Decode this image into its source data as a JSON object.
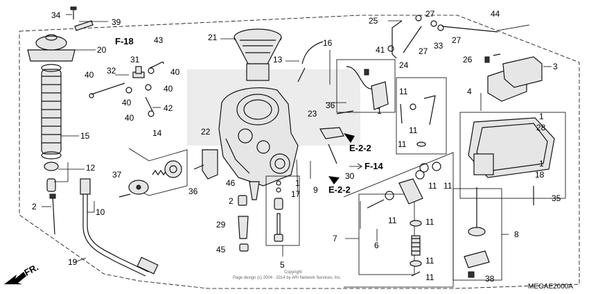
{
  "callouts": {
    "c1": "1",
    "c2": "2",
    "c3": "3",
    "c4": "4",
    "c5": "5",
    "c6": "6",
    "c7": "7",
    "c8": "8",
    "c9": "9",
    "c10": "10",
    "c11": "11",
    "c12": "12",
    "c13": "13",
    "c14": "14",
    "c15": "15",
    "c16": "16",
    "c17": "17",
    "c18": "18",
    "c19": "19",
    "c20": "20",
    "c21": "21",
    "c22": "22",
    "c23": "23",
    "c24": "24",
    "c25": "25",
    "c26": "26",
    "c27": "27",
    "c28": "28",
    "c29": "29",
    "c30": "30",
    "c31": "31",
    "c32": "32",
    "c33": "33",
    "c34": "34",
    "c35": "35",
    "c36": "36",
    "c37": "37",
    "c38": "38",
    "c39": "39",
    "c40": "40",
    "c41": "41",
    "c42": "42",
    "c43": "43",
    "c44": "44",
    "c45": "45",
    "c46": "46"
  },
  "references": {
    "f18": "F-18",
    "f14": "F-14",
    "e22": "E-2-2"
  },
  "direction_label": "FR.",
  "copyright_line1": "Copyright",
  "copyright_line2": "Page design (c) 2004 - 2014 by ARI Network Services, Inc.",
  "diagram_code": "MEGAE2000A"
}
